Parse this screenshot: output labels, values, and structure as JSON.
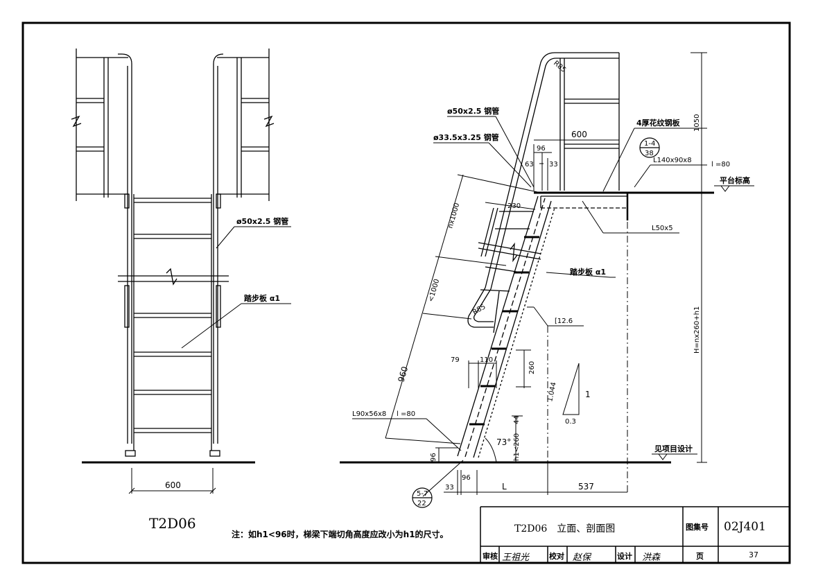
{
  "front_view": {
    "label_pipe": "ø50x2.5 钢管",
    "label_step": "踏步板 α1",
    "dim_width": "600",
    "view_title": "T2D06"
  },
  "section_view": {
    "label_pipe1": "ø50x2.5 钢管",
    "label_pipe2": "ø33.5x3.25 钢管",
    "label_plate": "4厚花纹钢板",
    "label_angle_top": "L140x90x8",
    "label_l80_top": "l =80",
    "label_platform": "平台标高",
    "label_angle_small": "L50x5",
    "label_step": "踏步板 α1",
    "label_channel": "[12.6",
    "label_angle_bottom": "L90x56x8",
    "label_l80_bottom": "l =80",
    "label_see_project": "见项目设计",
    "label_height": "H=nx260+h1",
    "label_h1": "h1<260",
    "dims": {
      "d1050": "1050",
      "d600": "600",
      "d96_top": "96",
      "d63": "63",
      "d33_top": "33",
      "d230": "230",
      "dn1000": "nx1000",
      "dlt1000": "<1000",
      "d960": "960",
      "d79": "79",
      "d110": "110",
      "d260": "260",
      "d44": "44",
      "d96_side": "96",
      "d33_bot": "33",
      "d96_bot": "96",
      "dL": "L",
      "d537": "537",
      "r85_top": "R85",
      "r85_mid": "R85",
      "angle": "73°"
    },
    "slope": {
      "vertical": "1.044",
      "one": "1",
      "horizontal": "0.3"
    },
    "callout_top": {
      "top": "1-4",
      "bottom": "38"
    },
    "callout_bottom": {
      "top": "5-7",
      "bottom": "22"
    }
  },
  "note": "注：如h1<96时，梯梁下端切角高度应改小为h1的尺寸。",
  "title_block": {
    "title": "T2D06　立面、剖面图",
    "atlas_label": "图集号",
    "atlas_code": "02J401",
    "review_label": "审核",
    "review_sign": "王祖光",
    "check_label": "校对",
    "check_sign": "赵保",
    "design_label": "设计",
    "design_sign": "洪森",
    "page_label": "页",
    "page_number": "37"
  }
}
